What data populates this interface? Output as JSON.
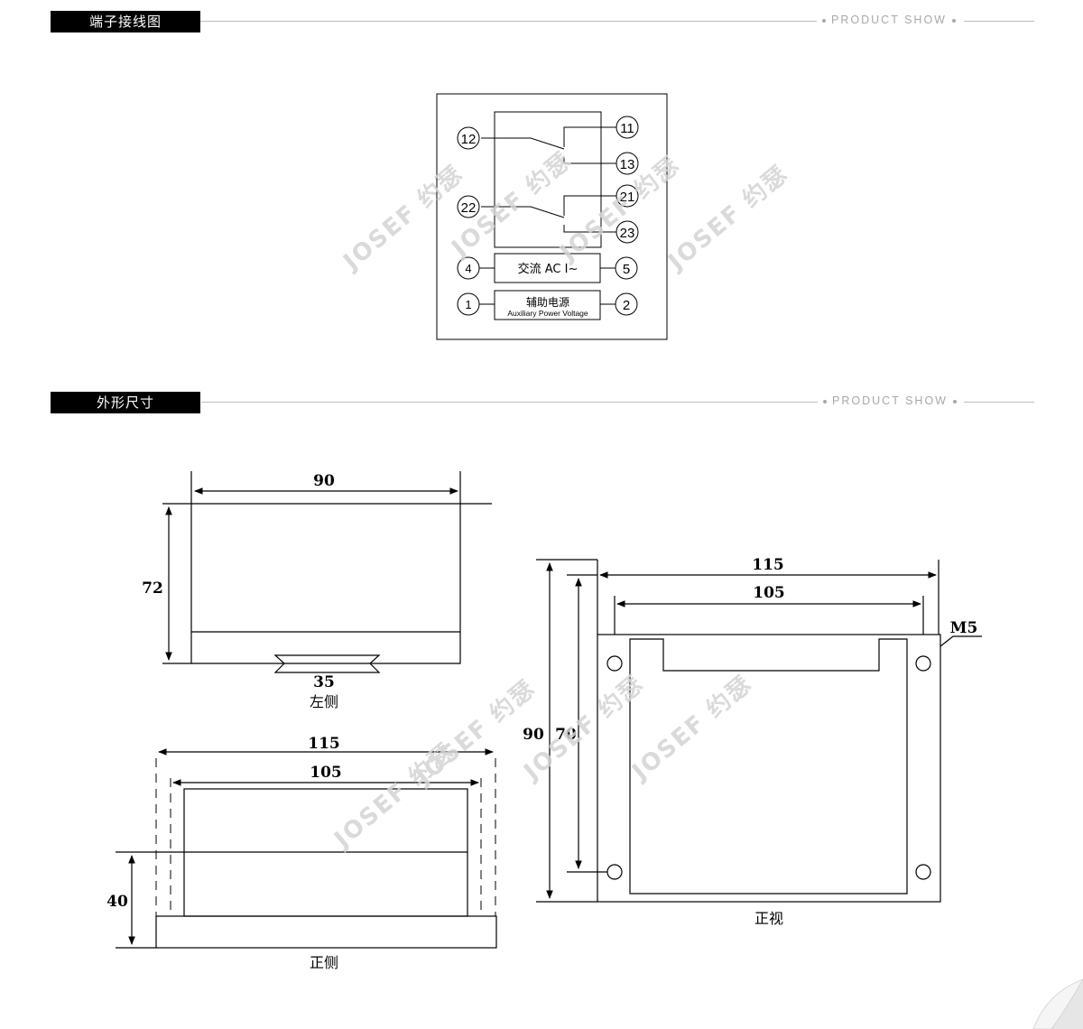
{
  "sections": {
    "wiring": {
      "title": "端子接线图",
      "product_show": "PRODUCT SHOW"
    },
    "dimensions": {
      "title": "外形尺寸",
      "product_show": "PRODUCT SHOW"
    }
  },
  "wiring": {
    "terminals": {
      "t11": "11",
      "t12": "12",
      "t13": "13",
      "t21": "21",
      "t22": "22",
      "t23": "23",
      "t4": "4",
      "t5": "5",
      "t1": "1",
      "t2": "2"
    },
    "ac_label": "交流 AC  I~",
    "aux_cn": "辅助电源",
    "aux_en": "Auxiliary Power Voltage"
  },
  "left_view": {
    "width": "90",
    "height": "72",
    "rail": "35",
    "caption": "左侧"
  },
  "front_side": {
    "outer": "115",
    "inner": "105",
    "height": "40",
    "caption": "正侧"
  },
  "front_view": {
    "outer": "115",
    "inner": "105",
    "outer_h": "90",
    "inner_h": "70",
    "screw": "M5",
    "caption": "正视"
  },
  "watermark": "JOSEF 约瑟"
}
